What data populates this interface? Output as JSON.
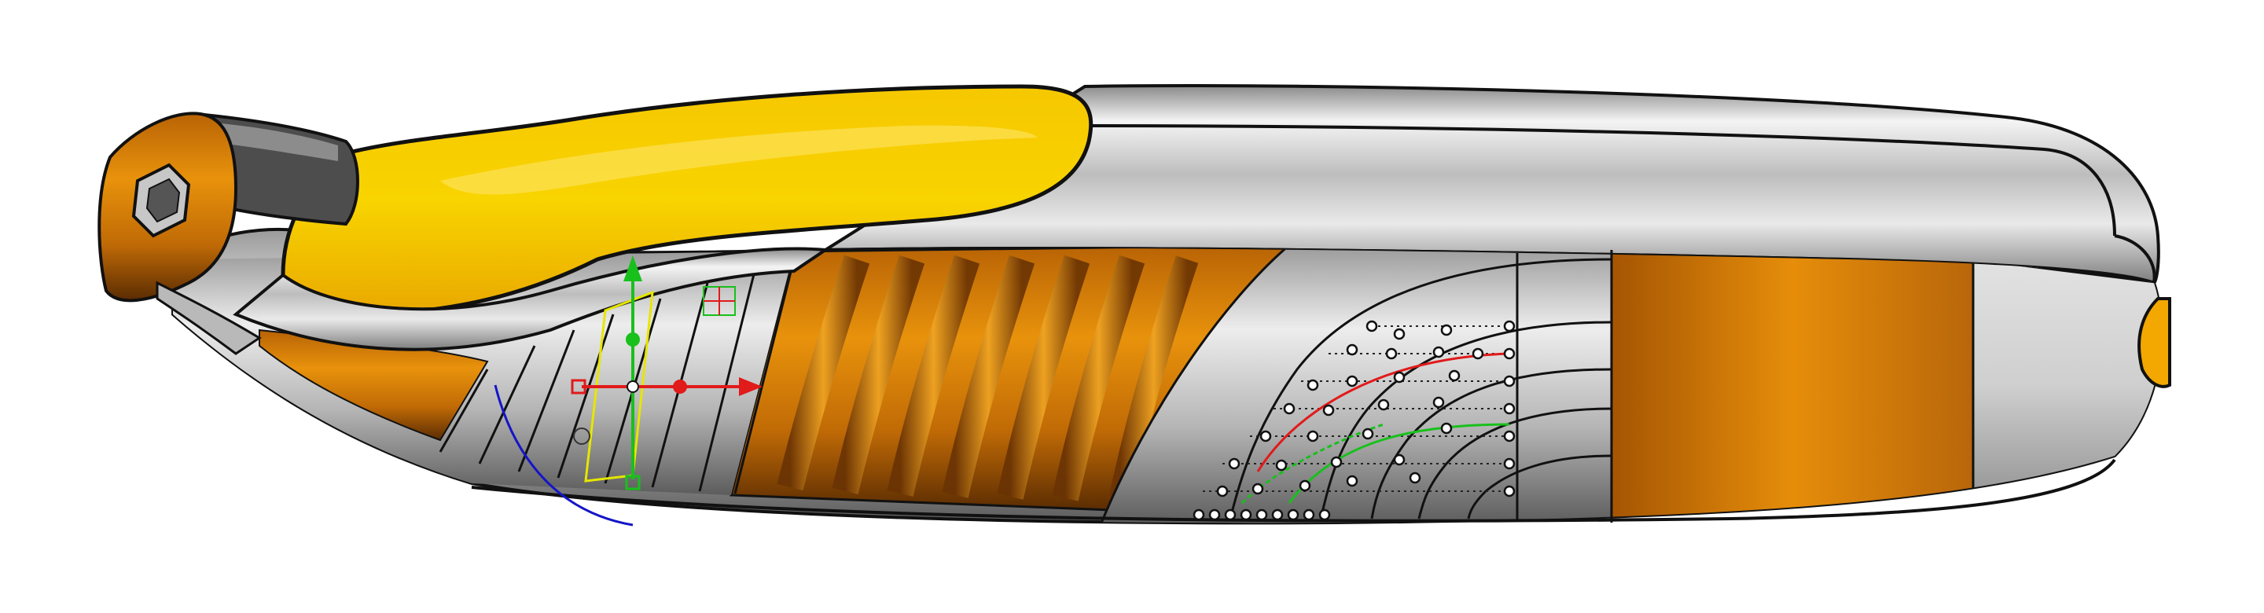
{
  "scene": {
    "background": "#ffffff",
    "colors": {
      "accent_yellow": "#f2c200",
      "accent_orange": "#e08a0a",
      "accent_brown": "#7a3f05",
      "body_silver": "#c9c9c9",
      "body_dark": "#6e6e6e",
      "edge_line": "#111111",
      "cv_point_fill": "#ffffff",
      "gizmo_x_axis": "#e11a1a",
      "gizmo_y_axis": "#18c01c",
      "gizmo_arc": "#1515c8",
      "gizmo_plane": "#e6e600"
    },
    "icons": {
      "model": "trimmer-body-3d",
      "gizmo": "transform-gizmo",
      "points": "control-point-grid"
    }
  }
}
